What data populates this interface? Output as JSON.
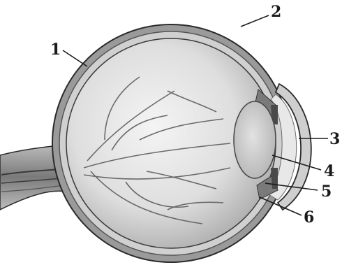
{
  "diagram": {
    "labels": [
      {
        "id": "callout-1",
        "text": "1"
      },
      {
        "id": "callout-2",
        "text": "2"
      },
      {
        "id": "callout-3",
        "text": "3"
      },
      {
        "id": "callout-4",
        "text": "4"
      },
      {
        "id": "callout-5",
        "text": "5"
      },
      {
        "id": "callout-6",
        "text": "6"
      }
    ]
  },
  "colors": {
    "background": "#ffffff",
    "line": "#1a1a1a",
    "sclera": "#8a8a8a",
    "vitreous": "#e4e4e4",
    "lens": "#c9c9c9"
  }
}
